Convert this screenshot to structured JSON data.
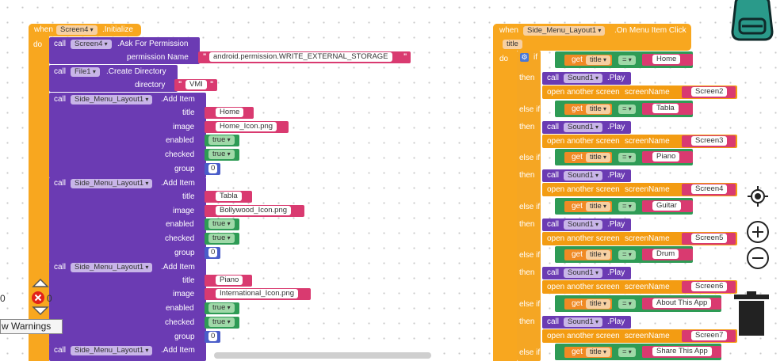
{
  "screen_init": {
    "when": "when",
    "component": "Screen4",
    "event": ".Initialize",
    "do": "do",
    "call": "call",
    "permission_component": "Screen4",
    "permission_method": ".Ask For Permission",
    "permission_param": "permission Name",
    "permission_value": "android.permission.WRITE_EXTERNAL_STORAGE",
    "file_component": "File1",
    "file_method": ".Create Directory",
    "directory_param": "directory",
    "directory_value": "VMI",
    "add_items": [
      {
        "component": "Side_Menu_Layout1",
        "method": ".Add Item",
        "title": "Home",
        "image": "Home_Icon.png",
        "enabled": "true",
        "checked": "true",
        "group": "0"
      },
      {
        "component": "Side_Menu_Layout1",
        "method": ".Add Item",
        "title": "Tabla",
        "image": "Bollywood_Icon.png",
        "enabled": "true",
        "checked": "true",
        "group": "0"
      },
      {
        "component": "Side_Menu_Layout1",
        "method": ".Add Item",
        "title": "Piano",
        "image": "International_Icon.png",
        "enabled": "true",
        "checked": "true",
        "group": "0"
      },
      {
        "component": "Side_Menu_Layout1",
        "method": ".Add Item"
      }
    ],
    "labels": {
      "title": "title",
      "image": "image",
      "enabled": "enabled",
      "checked": "checked",
      "group": "group"
    }
  },
  "menu_click": {
    "when": "when",
    "component": "Side_Menu_Layout1",
    "event": ".On Menu Item Click",
    "param": "title",
    "do": "do",
    "if": "if",
    "elseif": "else if",
    "then": "then",
    "get": "get",
    "get_var": "title",
    "op": "=",
    "call": "call",
    "sound": "Sound1",
    "play": ".Play",
    "open": "open another screen",
    "screenName": "screenName",
    "cases": [
      {
        "value": "Home",
        "screen": "Screen2"
      },
      {
        "value": "Tabla",
        "screen": "Screen3"
      },
      {
        "value": "Piano",
        "screen": "Screen4"
      },
      {
        "value": "Guitar",
        "screen": "Screen5"
      },
      {
        "value": "Drum",
        "screen": "Screen6"
      },
      {
        "value": "About This App",
        "screen": "Screen7"
      },
      {
        "value": "Share This App"
      }
    ]
  },
  "warnings": {
    "error_count": "0",
    "warning_count": "0",
    "toggle_label": "w Warnings"
  },
  "colors": {
    "event": "#f8a71f",
    "procedure": "#6b3bb3",
    "text": "#d93a70",
    "logic": "#2e9b55",
    "math": "#4a5dc9"
  }
}
